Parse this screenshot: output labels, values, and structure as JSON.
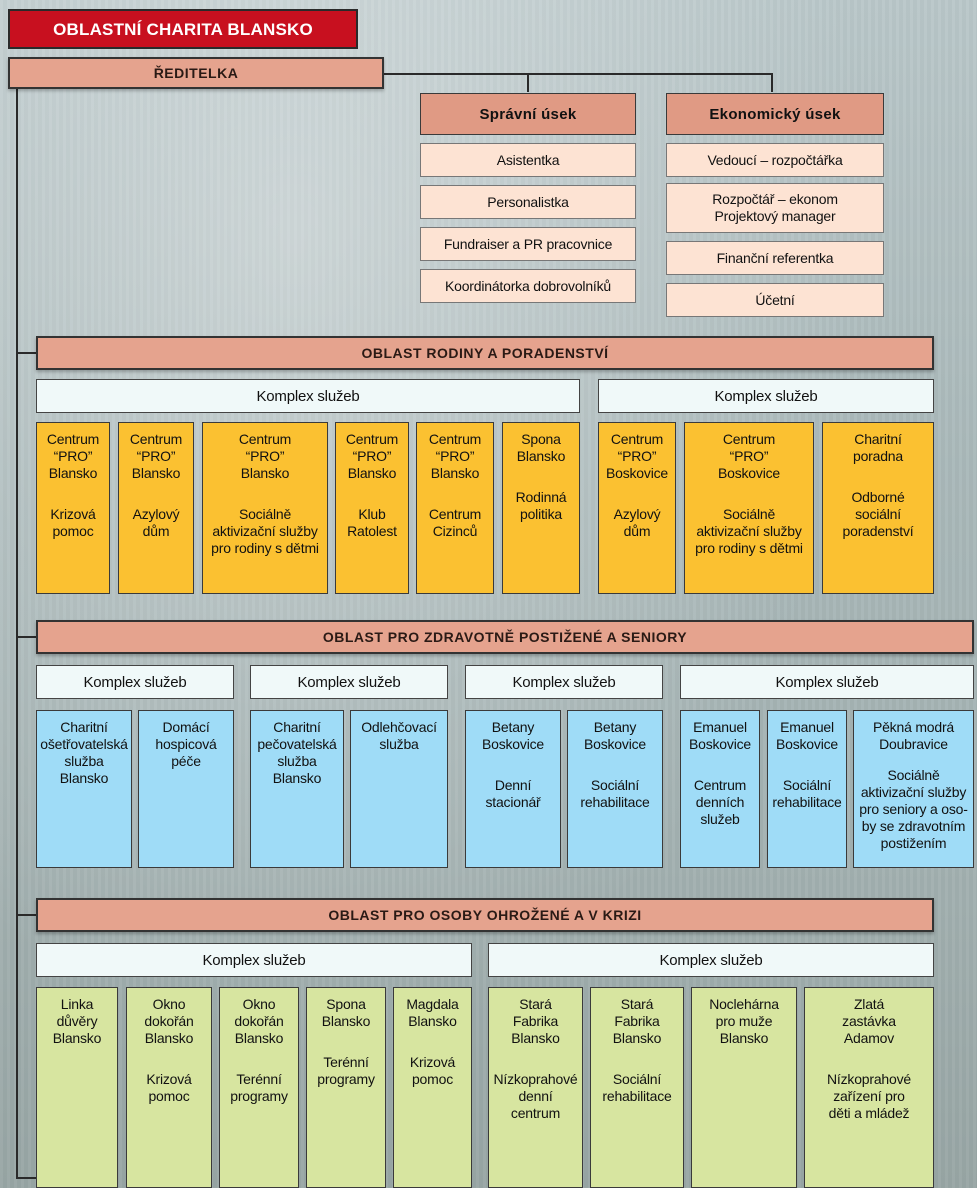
{
  "title": "OBLASTNÍ CHARITA BLANSKO",
  "director": "ŘEDITELKA",
  "departments": [
    {
      "name": "Správní úsek",
      "items": [
        "Asistentka",
        "Personalistka",
        "Fundraiser a PR pracovnice",
        "Koordinátorka dobrovolníků"
      ]
    },
    {
      "name": "Ekonomický úsek",
      "items": [
        "Vedoucí – rozpočtářka",
        "Rozpočtář – ekonom\nProjektový manager",
        "Finanční referentka",
        "Účetní"
      ]
    }
  ],
  "areas": [
    {
      "name": "OBLAST RODINY A PORADENSTVÍ",
      "color": "#fbc131",
      "complexes": [
        {
          "label": "Komplex služeb",
          "services": [
            {
              "title": "Centrum\n“PRO”\nBlansko",
              "sub": "Krizová\npomoc"
            },
            {
              "title": "Centrum\n“PRO”\nBlansko",
              "sub": "Azylový\ndům"
            },
            {
              "title": "Centrum\n“PRO”\nBlansko",
              "sub": "Sociálně\naktivizační služby\npro rodiny s dětmi"
            },
            {
              "title": "Centrum\n“PRO”\nBlansko",
              "sub": "Klub\nRatolest"
            },
            {
              "title": "Centrum\n“PRO”\nBlansko",
              "sub": "Centrum\nCizinců"
            },
            {
              "title": "Spona\nBlansko",
              "sub": "Rodinná\npolitika"
            }
          ]
        },
        {
          "label": "Komplex služeb",
          "services": [
            {
              "title": "Centrum\n“PRO”\nBoskovice",
              "sub": "Azylový\ndům"
            },
            {
              "title": "Centrum\n“PRO”\nBoskovice",
              "sub": "Sociálně\naktivizační služby\npro rodiny s dětmi"
            },
            {
              "title": "Charitní\nporadna",
              "sub": "Odborné\nsociální\nporadenství"
            }
          ]
        }
      ]
    },
    {
      "name": "OBLAST PRO  ZDRAVOTNĚ POSTIŽENÉ A SENIORY",
      "color": "#9fdcf7",
      "complexes": [
        {
          "label": "Komplex služeb",
          "services": [
            {
              "title": "Charitní\nošetřovatelská\nslužba\nBlansko",
              "sub": ""
            },
            {
              "title": "Domácí\nhospicová\npéče",
              "sub": ""
            }
          ]
        },
        {
          "label": "Komplex služeb",
          "services": [
            {
              "title": "Charitní\npečovatelská\nslužba\nBlansko",
              "sub": ""
            },
            {
              "title": "Odlehčovací\nslužba",
              "sub": ""
            }
          ]
        },
        {
          "label": "Komplex služeb",
          "services": [
            {
              "title": "Betany\nBoskovice",
              "sub": "Denní\nstacionář"
            },
            {
              "title": "Betany\nBoskovice",
              "sub": "Sociální\nrehabilitace"
            }
          ]
        },
        {
          "label": "Komplex služeb",
          "services": [
            {
              "title": "Emanuel\nBoskovice",
              "sub": "Centrum\ndenních\nslužeb"
            },
            {
              "title": "Emanuel\nBoskovice",
              "sub": "Sociální\nrehabilitace"
            },
            {
              "title": "Pěkná modrá\nDoubravice",
              "sub": "Sociálně\naktivizační služby\npro seniory a oso-\nby se zdravotním\npostižením"
            }
          ]
        }
      ]
    },
    {
      "name": "OBLAST PRO OSOBY OHROŽENÉ A V KRIZI",
      "color": "#d7e5a0",
      "complexes": [
        {
          "label": "Komplex služeb",
          "services": [
            {
              "title": "Linka\ndůvěry\nBlansko",
              "sub": ""
            },
            {
              "title": "Okno\ndokořán\nBlansko",
              "sub": "Krizová\npomoc"
            },
            {
              "title": "Okno\ndokořán\nBlansko",
              "sub": "Terénní\nprogramy"
            },
            {
              "title": "Spona\nBlansko",
              "sub": "Terénní\nprogramy"
            },
            {
              "title": "Magdala\nBlansko",
              "sub": "Krizová\npomoc"
            }
          ]
        },
        {
          "label": "Komplex služeb",
          "services": [
            {
              "title": "Stará\nFabrika\nBlansko",
              "sub": "Nízkoprahové\ndenní\ncentrum"
            },
            {
              "title": "Stará\nFabrika\nBlansko",
              "sub": "Sociální\nrehabilitace"
            },
            {
              "title": "Noclehárna\npro muže\nBlansko",
              "sub": ""
            },
            {
              "title": "Zlatá\nzastávka\nAdamov",
              "sub": "Nízkoprahové\nzařízení pro\nděti a mládež"
            }
          ]
        }
      ]
    }
  ]
}
